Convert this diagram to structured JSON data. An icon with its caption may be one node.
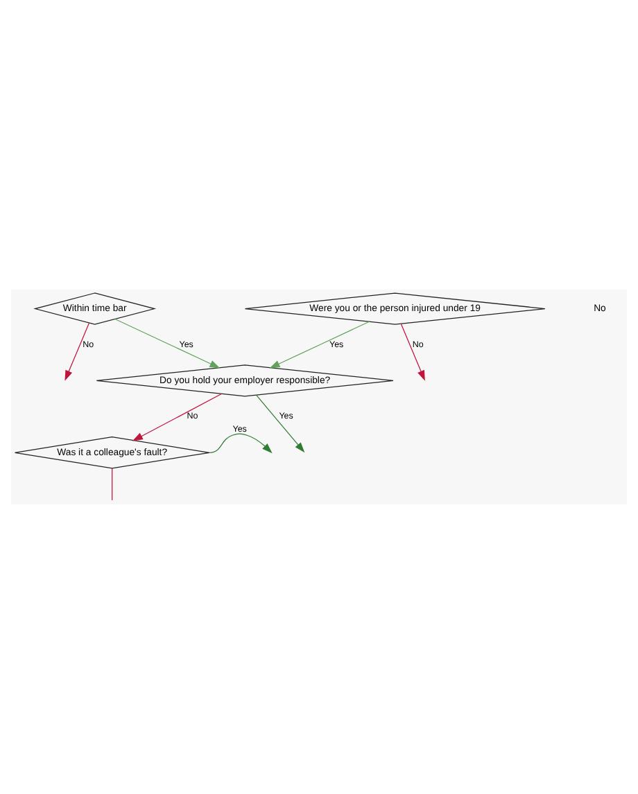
{
  "diagram": {
    "nodes": [
      {
        "text": [
          "Do you hold your employer responsible?"
        ]
      },
      {
        "text": [
          "Within time bar"
        ]
      },
      {
        "text": [
          "Was it a colleague's fault?"
        ]
      },
      {
        "text": [
          "Were you or the person injured under 19"
        ]
      }
    ],
    "edges": [
      {
        "from": 1,
        "to": 0,
        "arrow": "to",
        "label": "Yes",
        "color": "#5fa45a"
      },
      {
        "from": 1,
        "to": null,
        "arrow": "to",
        "label": "No",
        "color": "#c0143c"
      },
      {
        "from": 0,
        "to": 2,
        "arrow": "to",
        "label": "No",
        "color": "#c0143c"
      },
      {
        "from": 0,
        "to": null,
        "arrow": "to",
        "label": "Yes",
        "color": "#2e7d32"
      },
      {
        "from": 2,
        "to": null,
        "arrow": "to",
        "label": "Yes",
        "color": "#2e7d32"
      },
      {
        "from": 2,
        "to": null,
        "arrow": "none",
        "color": "#c0143c"
      },
      {
        "from": 3,
        "to": 0,
        "arrow": "to",
        "label": "Yes",
        "color": "#5fa45a"
      },
      {
        "from": 3,
        "to": null,
        "arrow": "to",
        "label": "No",
        "color": "#c0143c"
      }
    ],
    "labels": [
      "No"
    ]
  }
}
